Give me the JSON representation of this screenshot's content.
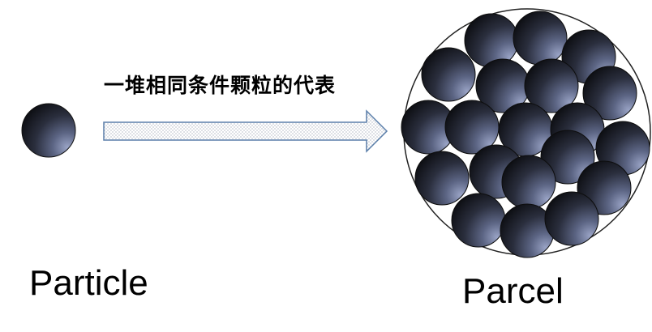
{
  "diagram": {
    "caption": "一堆相同条件颗粒的代表",
    "left_label": "Particle",
    "right_label": "Parcel"
  },
  "colors": {
    "sphere_dark": "#0e0f14",
    "sphere_mid": "#3a3f52",
    "sphere_light": "#8a94b8",
    "arrow_outline": "#5b7faa",
    "arrow_dots": "#9aa3b2",
    "outline": "#1a1a1a"
  }
}
